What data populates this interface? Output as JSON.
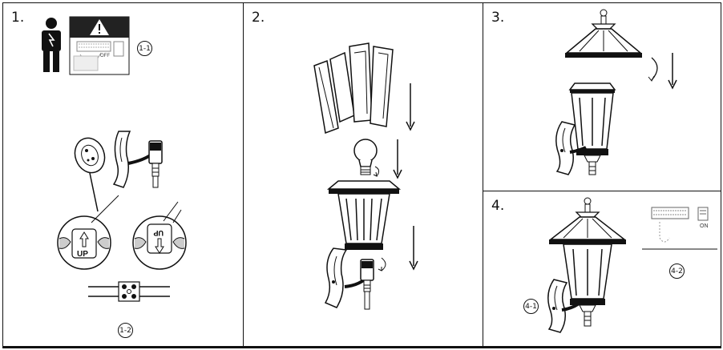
{
  "steps": [
    {
      "number": "1.",
      "callouts": [
        "1-1",
        "1-2"
      ],
      "labels": {
        "up_arrow": "UP",
        "off_label": "OFF"
      }
    },
    {
      "number": "2."
    },
    {
      "number": "3."
    },
    {
      "number": "4.",
      "callouts": [
        "4-1",
        "4-2"
      ],
      "labels": {
        "on_label": "ON"
      }
    }
  ],
  "colors": {
    "line": "#111111",
    "background": "#ffffff",
    "fill_gray": "#d9d9d9"
  }
}
